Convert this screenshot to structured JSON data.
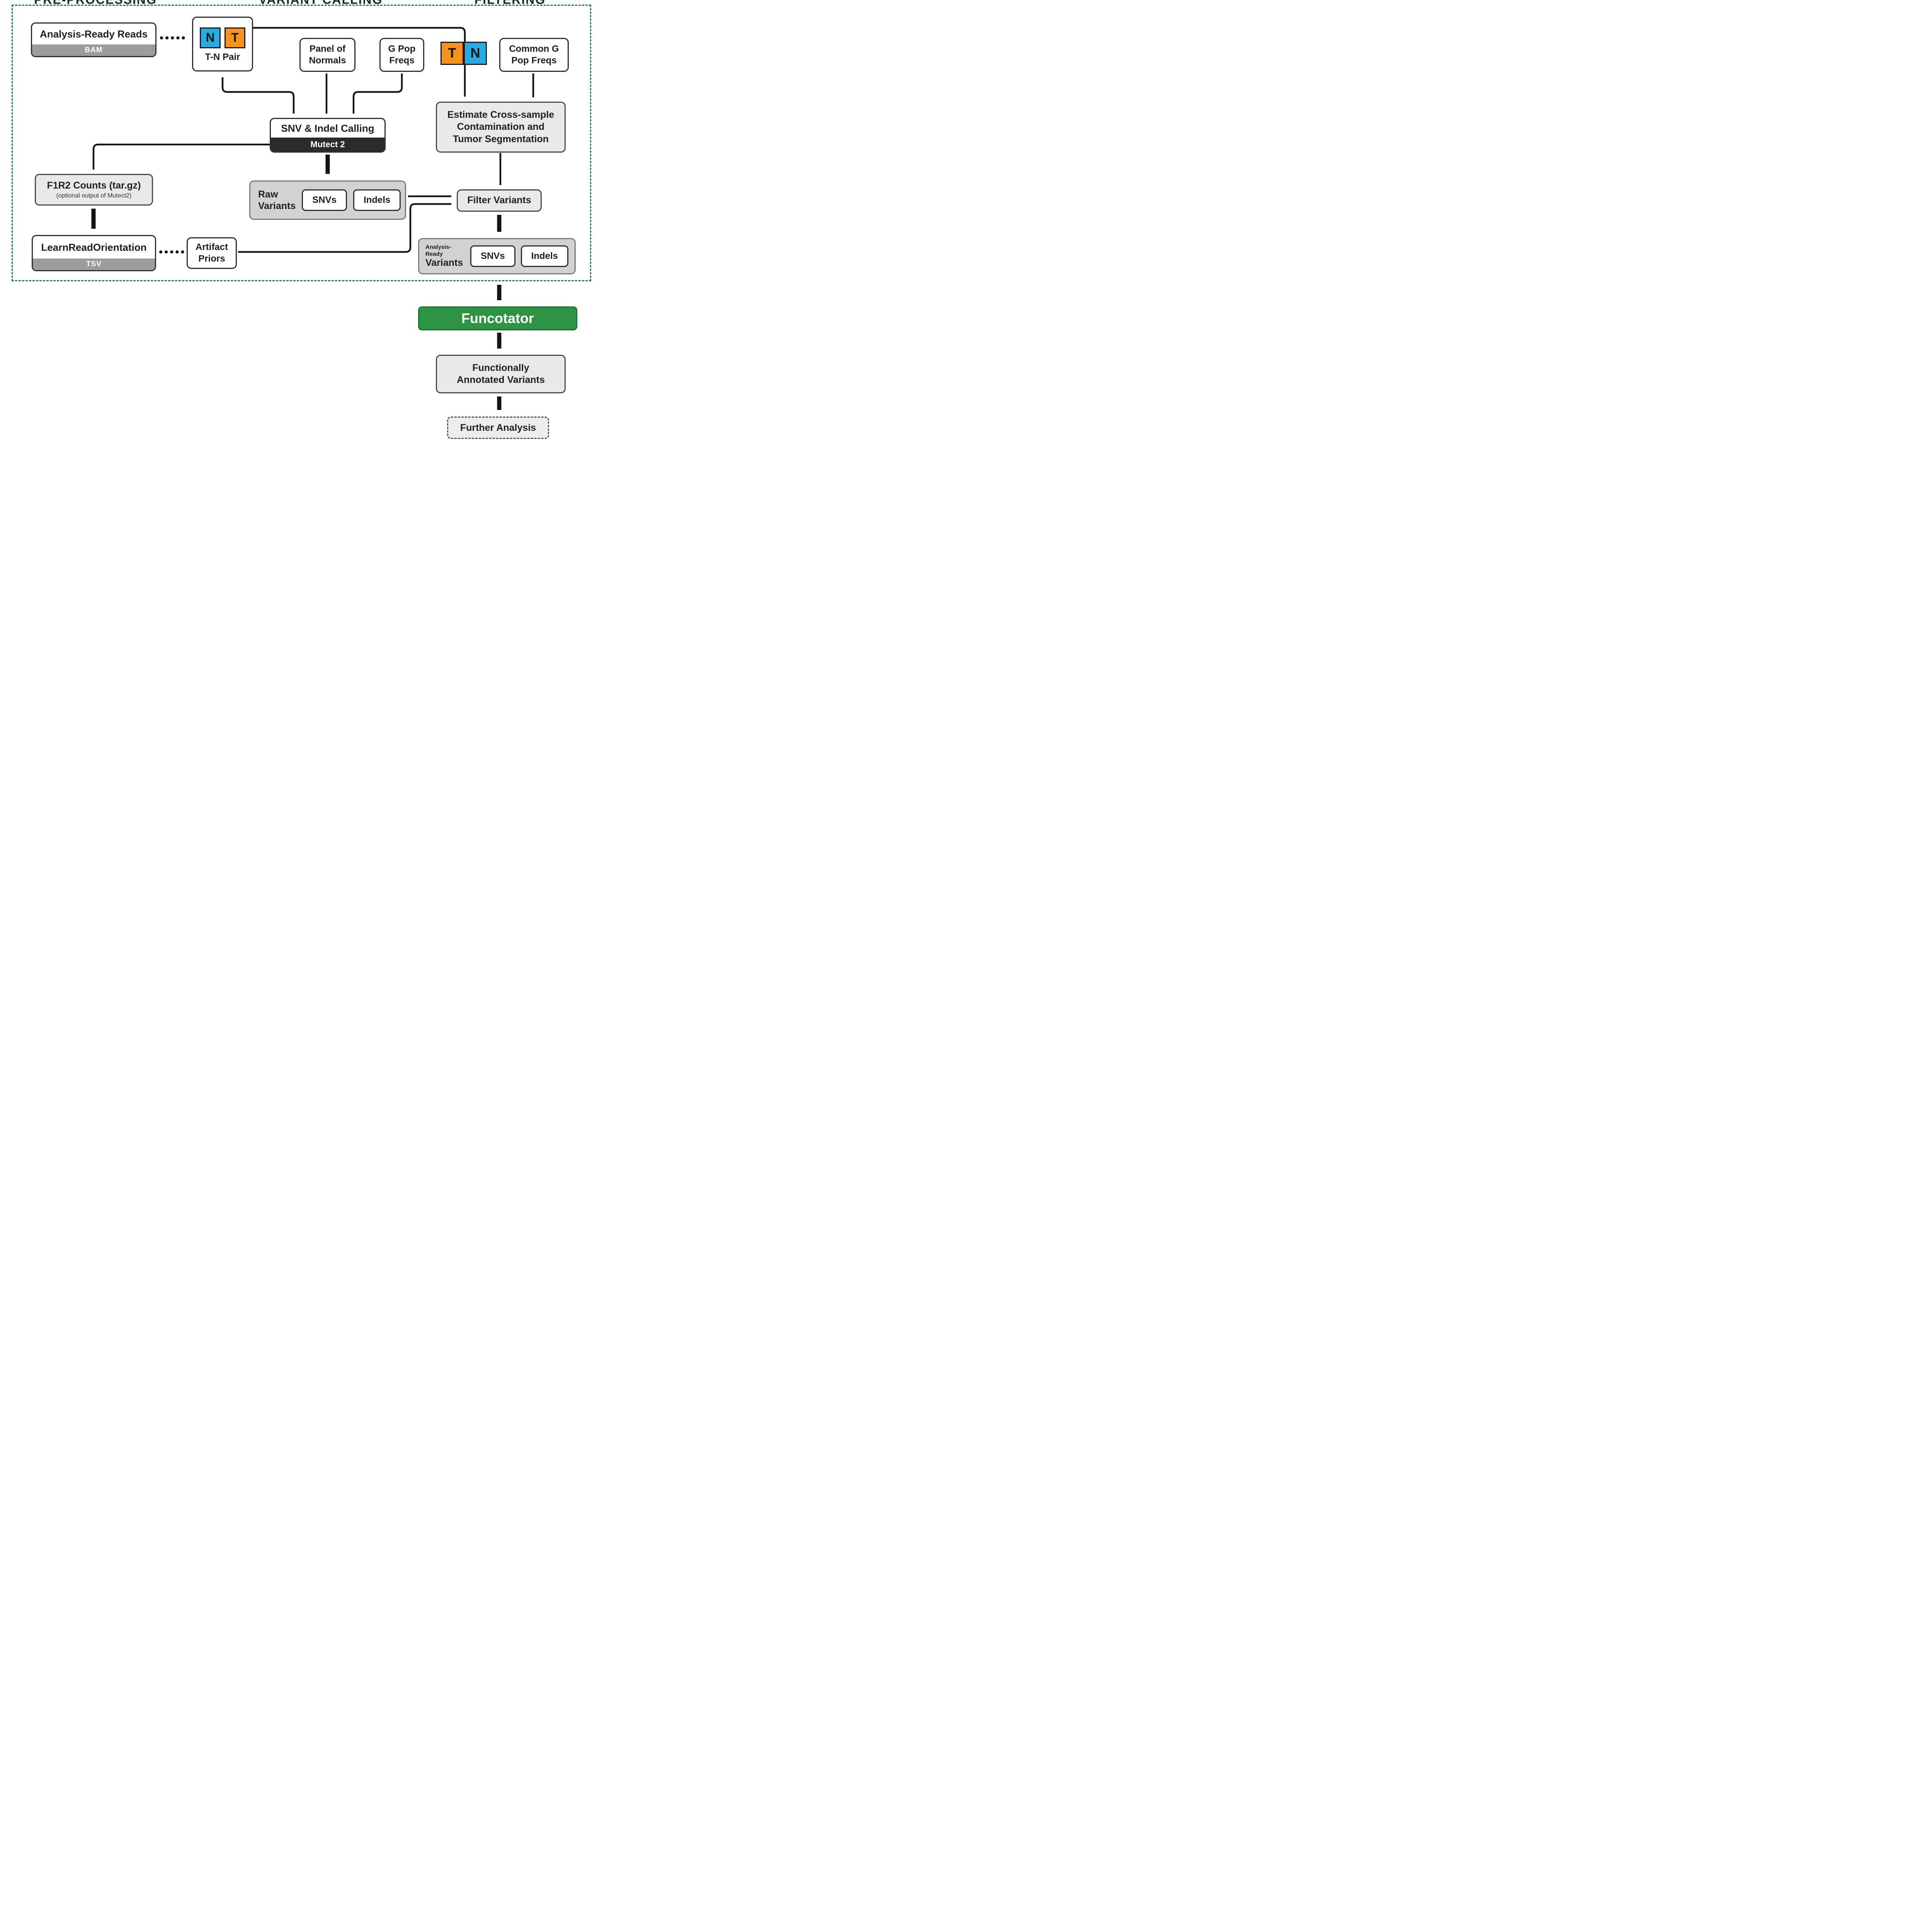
{
  "sections": {
    "preprocessing": "PRE-PROCESSING",
    "variant_calling": "VARIANT CALLING",
    "filtering": "FILTERING"
  },
  "nodes": {
    "analysis_ready_reads": {
      "title": "Analysis-Ready Reads",
      "format": "BAM"
    },
    "tn_pair": {
      "normal": "N",
      "tumor": "T",
      "label": "T-N Pair"
    },
    "panel_of_normals": {
      "lines": [
        "Panel of",
        "Normals"
      ]
    },
    "g_pop_freqs": {
      "lines": [
        "G Pop",
        "Freqs"
      ]
    },
    "tn_pair_right": {
      "tumor": "T",
      "normal": "N"
    },
    "common_g_pop_freqs": {
      "lines": [
        "Common G",
        "Pop Freqs"
      ]
    },
    "snv_indel_calling": {
      "title": "SNV & Indel Calling",
      "tool": "Mutect 2"
    },
    "estimate_contamination": {
      "lines": [
        "Estimate Cross-sample",
        "Contamination and",
        "Tumor Segmentation"
      ]
    },
    "f1r2_counts": {
      "title": "F1R2 Counts (tar.gz)",
      "subtitle": "(optional output of Mutect2)"
    },
    "learn_read_orientation": {
      "title": "LearnReadOrientation",
      "format": "TSV"
    },
    "artifact_priors": {
      "lines": [
        "Artifact",
        "Priors"
      ]
    },
    "raw_variants": {
      "lines": [
        "Raw",
        "Variants"
      ],
      "snvs": "SNVs",
      "indels": "Indels"
    },
    "filter_variants": {
      "label": "Filter Variants"
    },
    "analysis_ready_variants": {
      "prefix": "Analysis-Ready",
      "name": "Variants",
      "snvs": "SNVs",
      "indels": "Indels"
    },
    "funcotator": {
      "label": "Funcotator"
    },
    "functionally_annotated_variants": {
      "lines": [
        "Functionally",
        "Annotated Variants"
      ]
    },
    "further_analysis": {
      "label": "Further Analysis"
    }
  },
  "colors": {
    "tumor_orange": "#F6921E",
    "normal_blue": "#29ABE2",
    "funcotator_green": "#2E9345",
    "frame_green": "#1E8038",
    "tool_bar_dark": "#2B2B2B",
    "format_bar_gray": "#9C9C9C"
  }
}
